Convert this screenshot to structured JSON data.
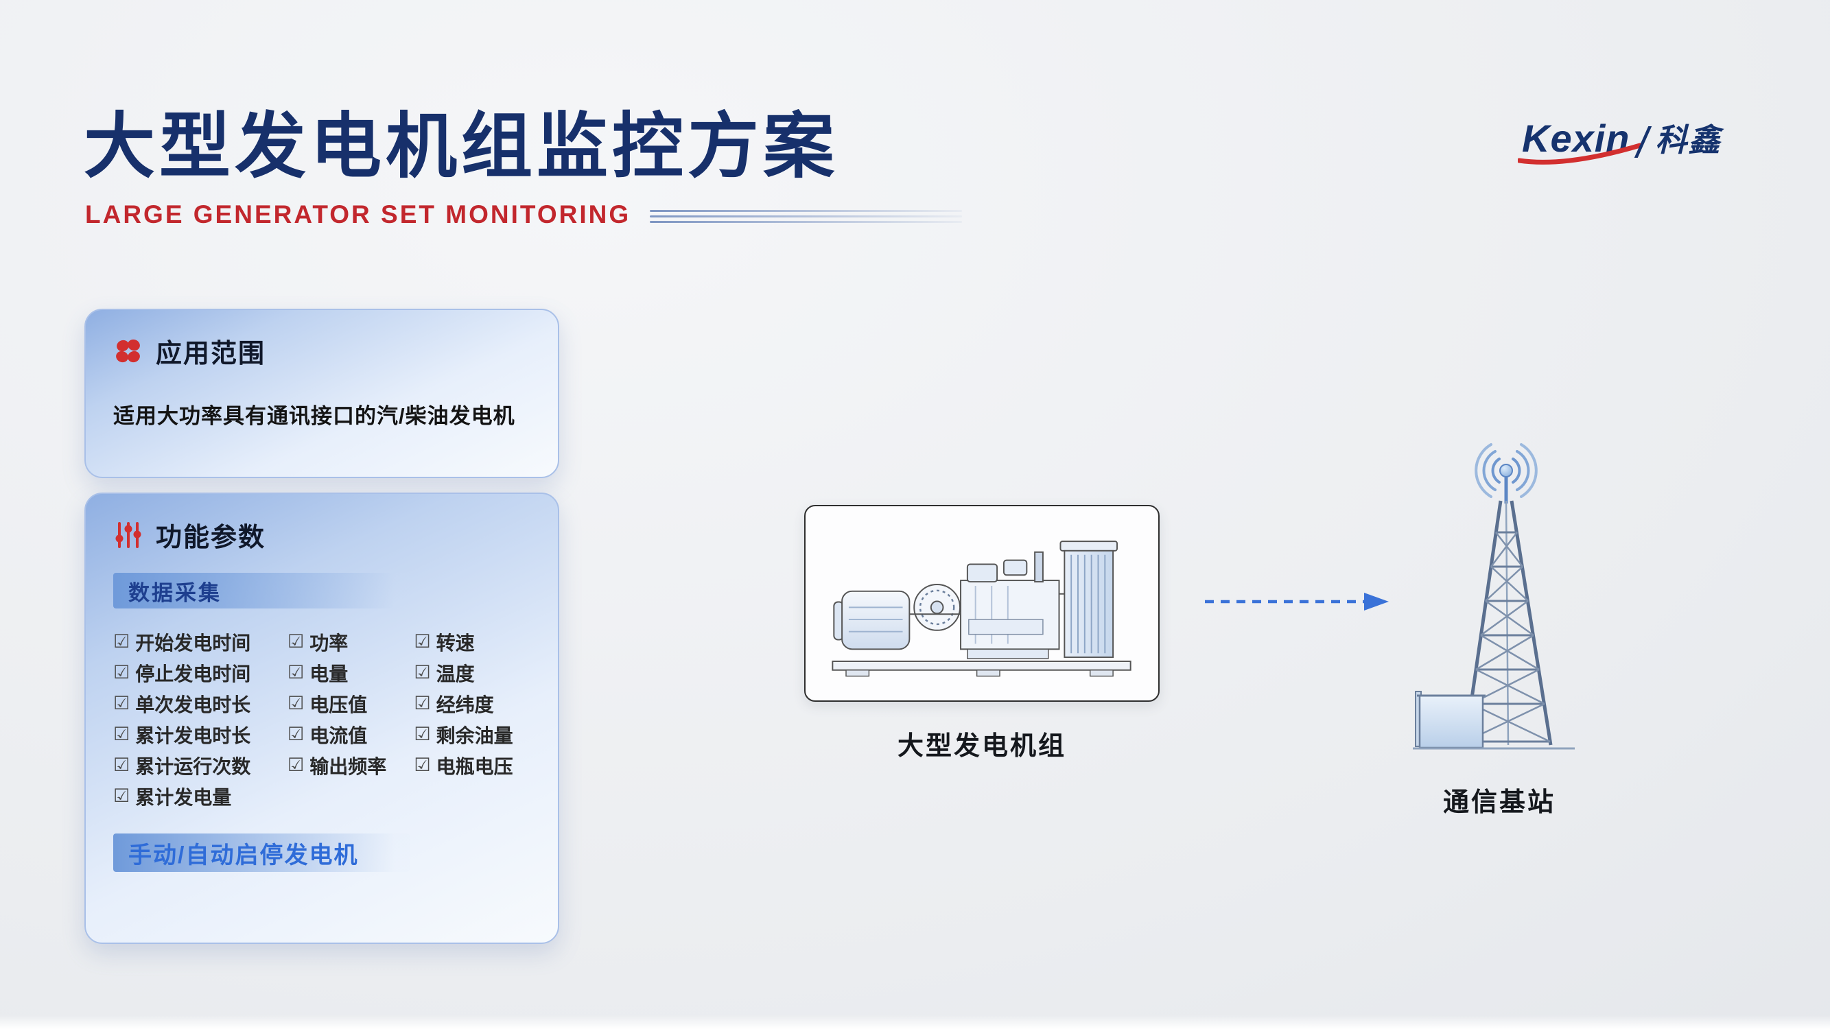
{
  "page": {
    "title": "大型发电机组监控方案",
    "subtitle": "LARGE GENERATOR SET MONITORING"
  },
  "logo": {
    "brand": "Kexin",
    "brand_cn": "科鑫"
  },
  "application_card": {
    "title": "应用范围",
    "description": "适用大功率具有通讯接口的汽/柴油发电机"
  },
  "function_card": {
    "title": "功能参数",
    "section_label": "数据采集",
    "checkbox_symbol": "☑",
    "columns": [
      [
        "开始发电时间",
        "停止发电时间",
        "单次发电时长",
        "累计发电时长",
        "累计运行次数",
        "累计发电量"
      ],
      [
        "功率",
        "电量",
        "电压值",
        "电流值",
        "输出频率"
      ],
      [
        "转速",
        "温度",
        "经纬度",
        "剩余油量",
        "电瓶电压"
      ]
    ],
    "footer_label": "手动/自动启停发电机"
  },
  "diagram": {
    "generator_label": "大型发电机组",
    "station_label": "通信基站"
  },
  "colors": {
    "navy": "#17306b",
    "red": "#c2272d",
    "accent_red": "#d22f2f",
    "arrow_blue": "#3a72d8",
    "card_blue": "#8fafe2"
  }
}
